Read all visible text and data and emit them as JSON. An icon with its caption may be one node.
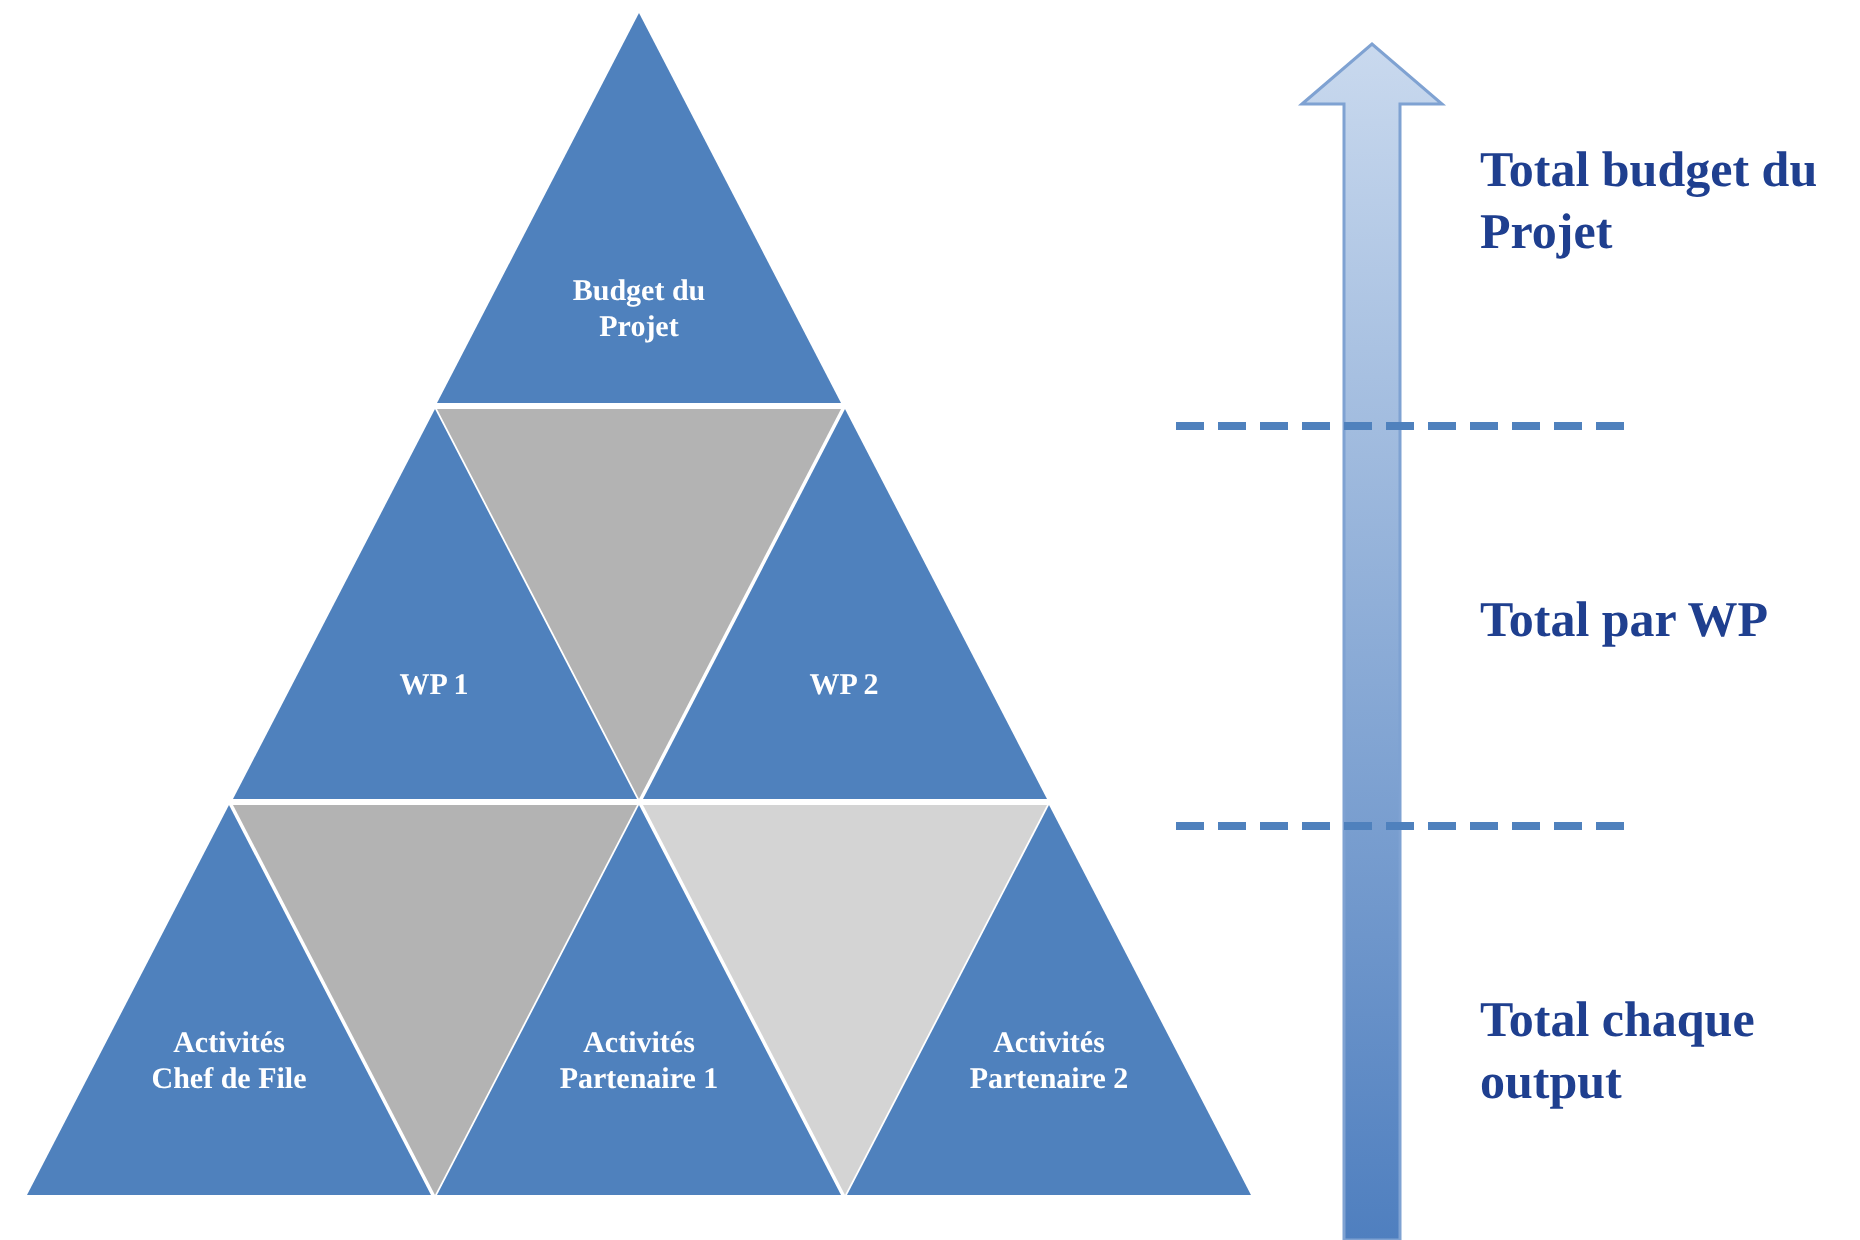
{
  "diagram": {
    "nodes": [
      {
        "text": [
          "Budget du Projet"
        ]
      },
      {
        "text": [
          "WP 1"
        ]
      },
      {
        "text": [],
        "shape": "triangle"
      },
      {
        "text": [
          "WP 2"
        ]
      },
      {
        "text": [
          "Activités Chef de File"
        ]
      },
      {
        "text": [],
        "shape": "triangle"
      },
      {
        "text": [
          "Activités Partenaire 1"
        ]
      },
      {
        "text": [],
        "shape": "triangle"
      },
      {
        "text": [
          "Activités Partenaire 2"
        ]
      }
    ],
    "labels": [
      "Total budget du Projet",
      "Total par WP",
      "Total chaque output"
    ]
  }
}
